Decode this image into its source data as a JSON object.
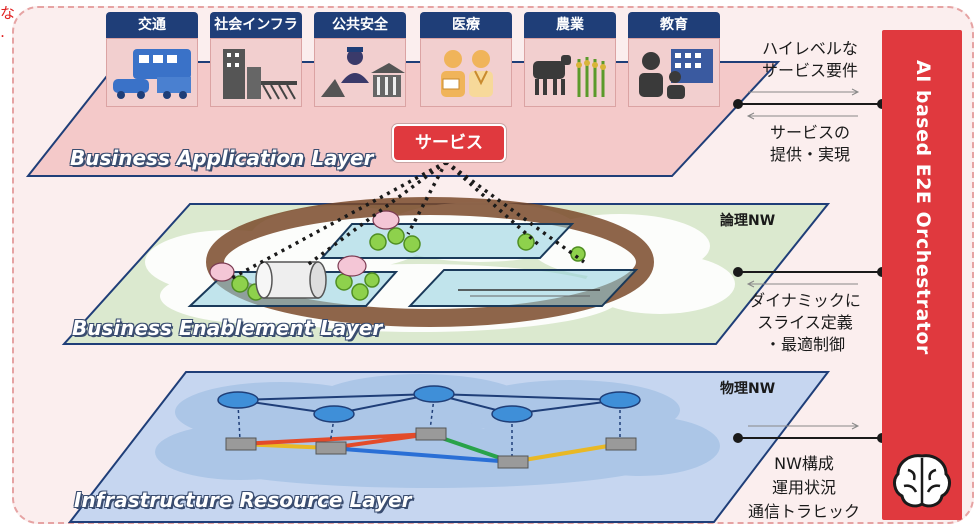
{
  "edge_fragment": "な\n․",
  "categories": [
    {
      "label": "交通",
      "icon": "transport-icon"
    },
    {
      "label": "社会インフラ",
      "icon": "infrastructure-icon"
    },
    {
      "label": "公共安全",
      "icon": "public-safety-icon"
    },
    {
      "label": "医療",
      "icon": "medical-icon"
    },
    {
      "label": "農業",
      "icon": "agriculture-icon"
    },
    {
      "label": "教育",
      "icon": "education-icon"
    }
  ],
  "service_label": "サービス",
  "layers": {
    "application": "Business Application Layer",
    "enablement": "Business Enablement Layer",
    "infrastructure": "Infrastructure Resource Layer"
  },
  "network_labels": {
    "logical": "論理NW",
    "physical": "物理NW"
  },
  "side_texts": {
    "high_level_req": "ハイレベルな\nサービス要件",
    "service_provision": "サービスの\n提供・実現",
    "dynamic_slice": "ダイナミックに\nスライス定義\n・最適制御",
    "nw_config": "NW構成\n運用状況\n通信トラヒック"
  },
  "orchestrator": {
    "title": "AI based E2E Orchestrator",
    "icon": "brain-icon"
  },
  "colors": {
    "app_layer": "#f4c9c9",
    "enablement_layer": "#dbe9cf",
    "infra_layer": "#c6d6f0",
    "accent_red": "#e0393e",
    "navy": "#1f3e78"
  }
}
